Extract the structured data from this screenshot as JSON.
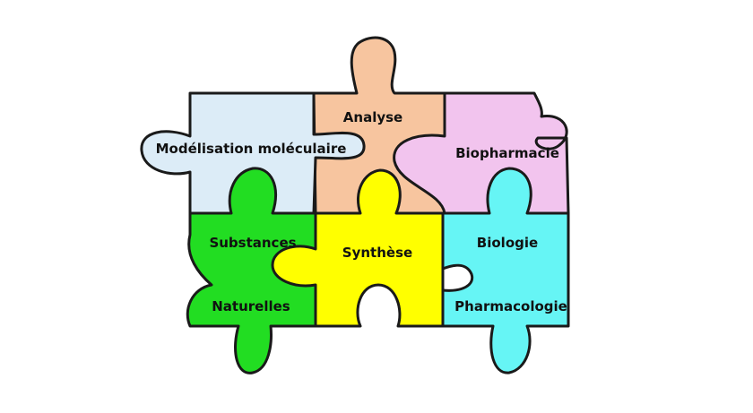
{
  "diagram": {
    "pieces": [
      {
        "id": "analyse",
        "label": "Analyse",
        "color": "#f7c59f"
      },
      {
        "id": "modelisation",
        "label": "Modélisation moléculaire",
        "color": "#dcecf7"
      },
      {
        "id": "biopharmacie",
        "label": "Biopharmacie",
        "color": "#f2c4ee"
      },
      {
        "id": "substances",
        "label": "Substances",
        "label2": "Naturelles",
        "color": "#22dd22"
      },
      {
        "id": "synthese",
        "label": "Synthèse",
        "color": "#ffff00"
      },
      {
        "id": "biologie",
        "label": "Biologie",
        "label2": "Pharmacologie",
        "color": "#66f5f5"
      }
    ]
  }
}
